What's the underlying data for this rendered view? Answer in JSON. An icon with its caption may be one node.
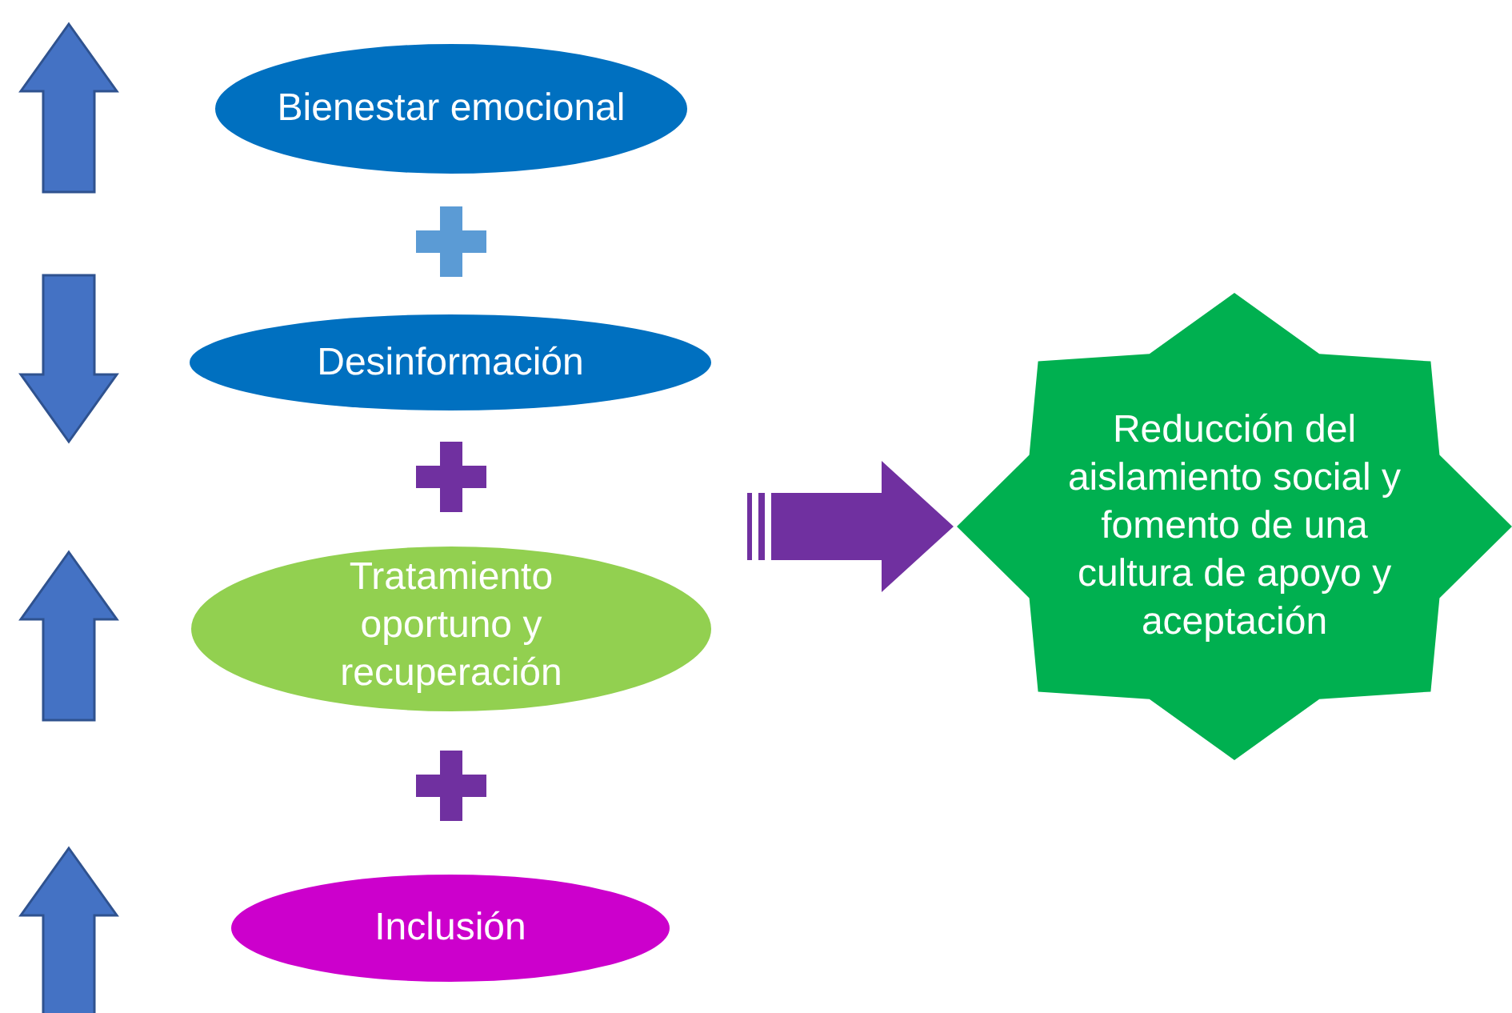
{
  "diagram": {
    "nodes": [
      {
        "text": [
          "Bienestar emocional"
        ]
      },
      {
        "text": [
          "Desinformación"
        ]
      },
      {
        "text": [
          "Tratamiento oportuno y recuperación"
        ]
      },
      {
        "text": [
          "Inclusión"
        ]
      },
      {
        "text": [
          "Reducción del aislamiento social y fomento de una cultura de apoyo y aceptación"
        ]
      }
    ],
    "edges": [
      {
        "from": null,
        "to": 4,
        "arrow": "to",
        "style": "thick",
        "color": "#7030a0"
      }
    ]
  }
}
